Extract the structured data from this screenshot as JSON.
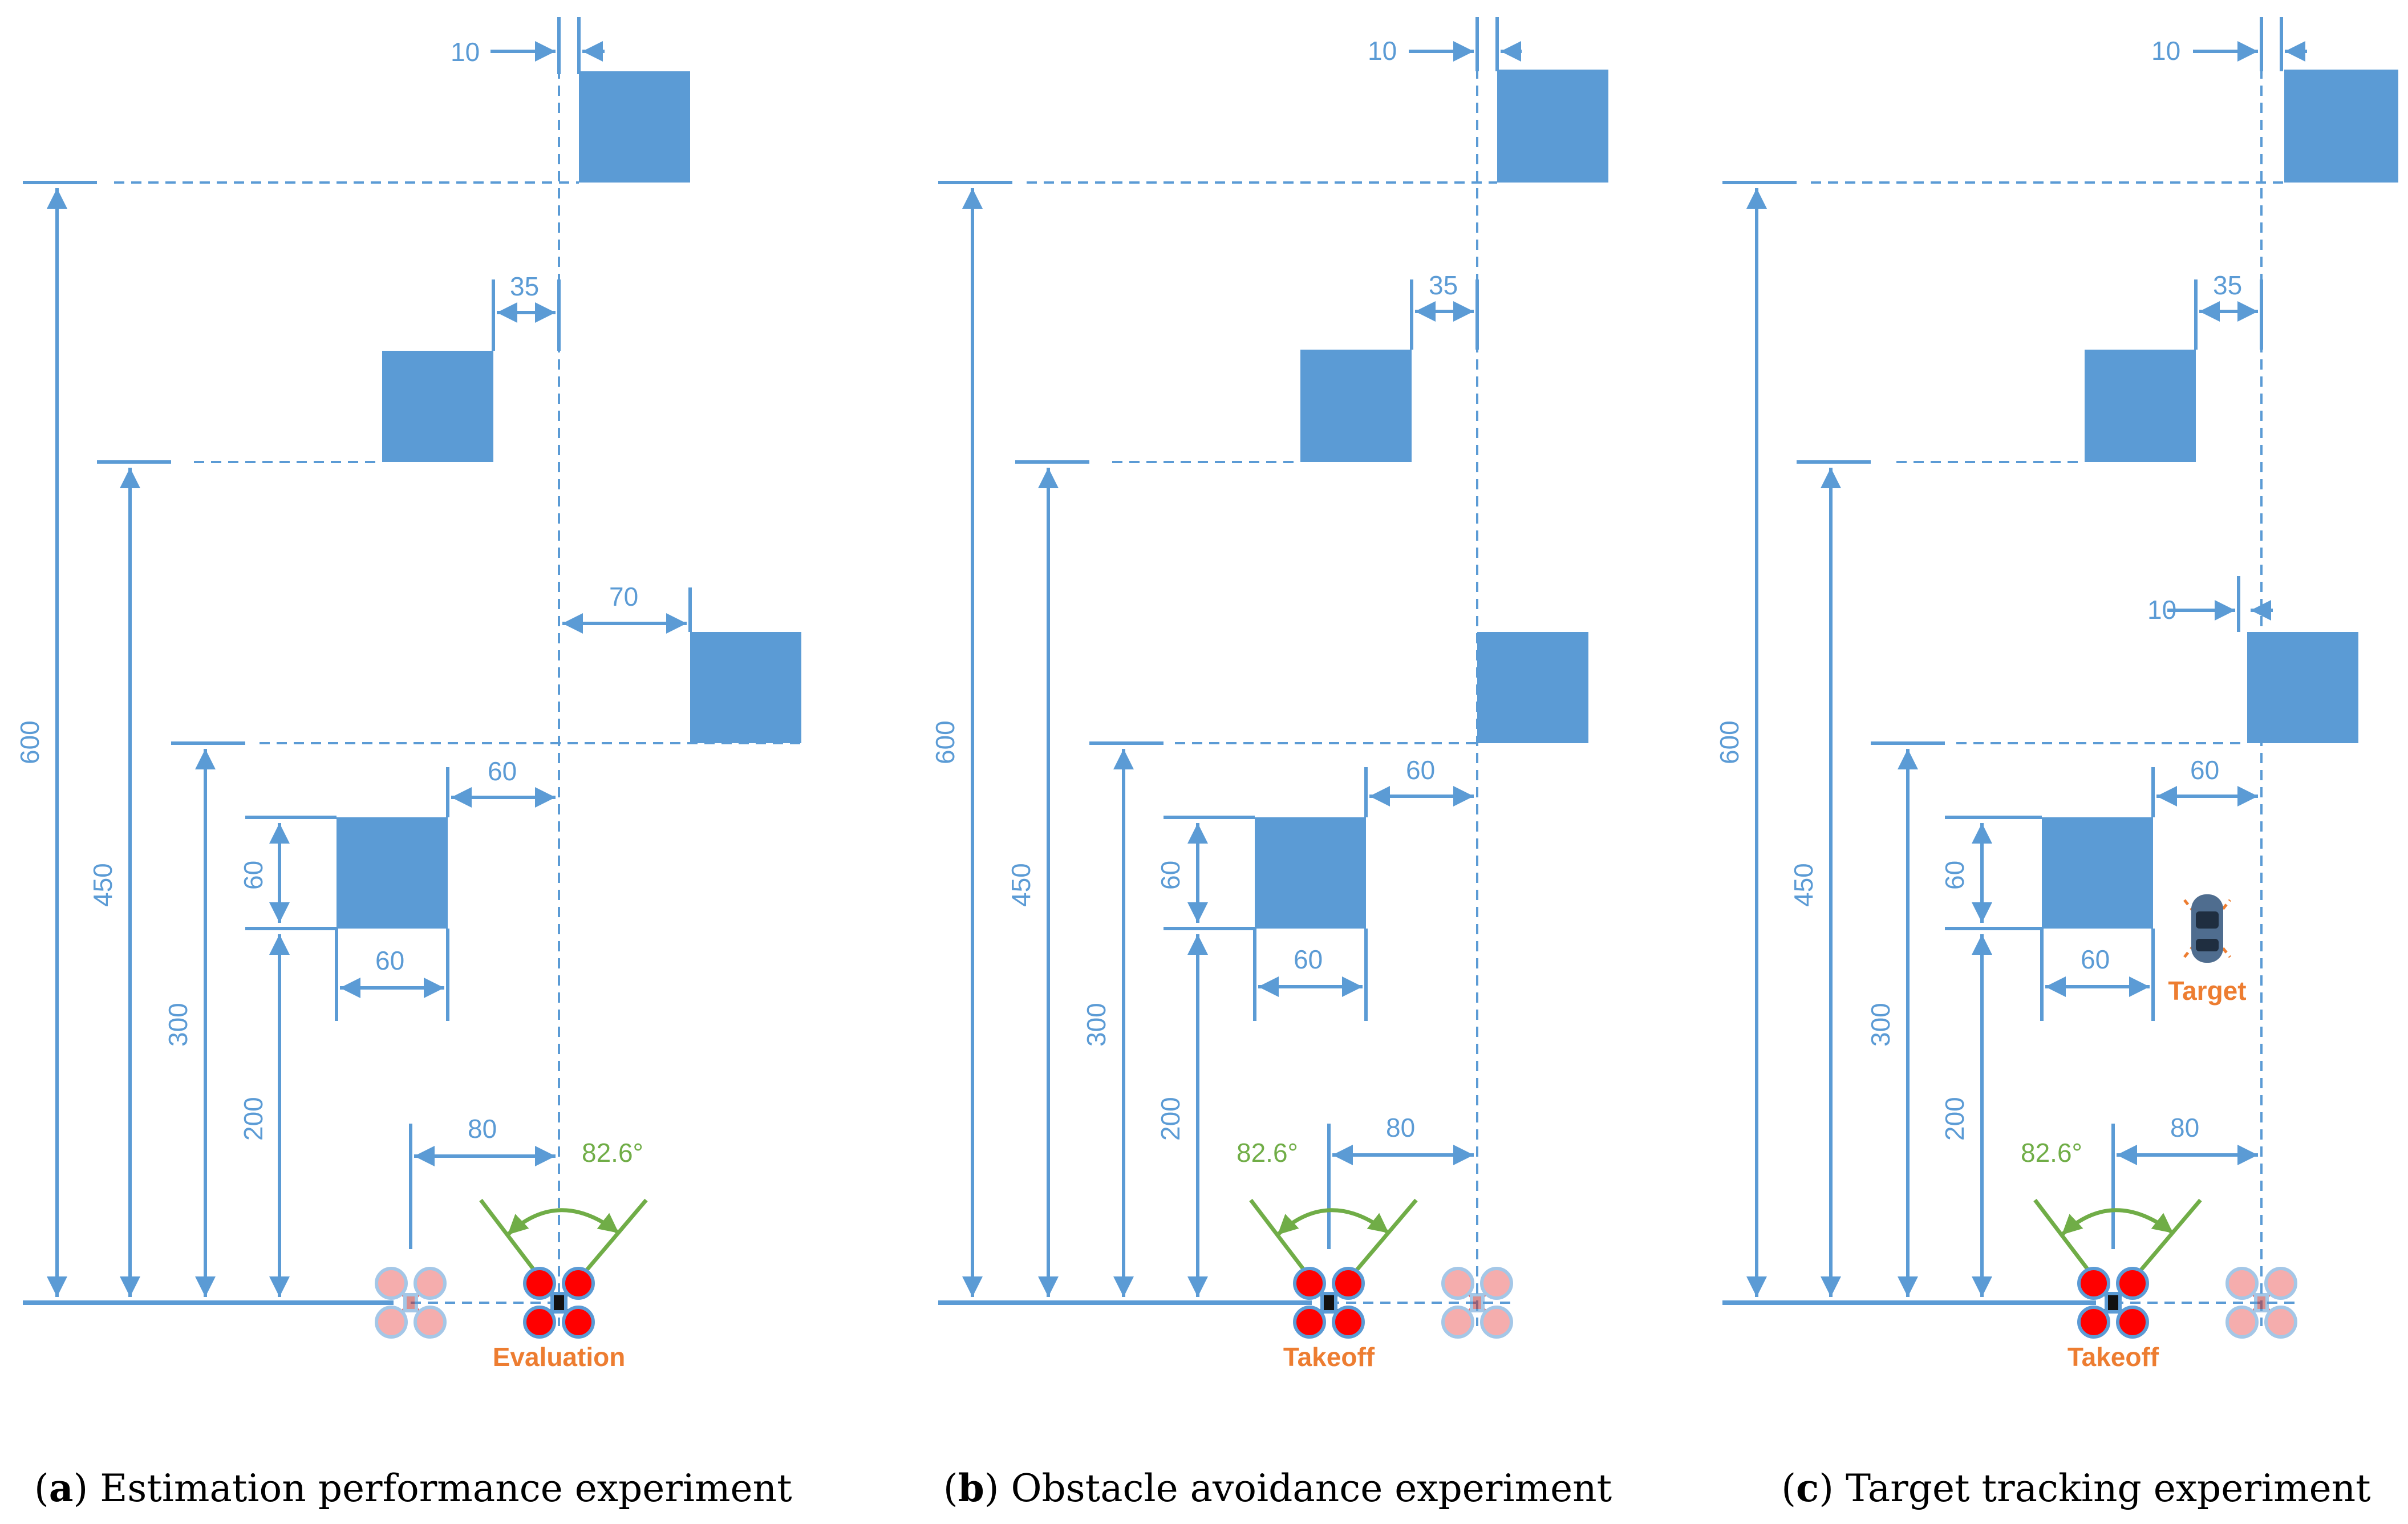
{
  "panels": [
    {
      "id": "a",
      "caption_letter": "a",
      "caption_text": "Estimation performance experiment",
      "drone_label": "Evaluation",
      "labels": {
        "gap_top": "10",
        "gap_2": "35",
        "gap_3": "70",
        "gap_4": "60",
        "box_h": "60",
        "box_w": "60",
        "drone_offset": "80",
        "fov": "82.6°",
        "h600": "600",
        "h450": "450",
        "h300": "300",
        "h200": "200"
      }
    },
    {
      "id": "b",
      "caption_letter": "b",
      "caption_text": "Obstacle avoidance experiment",
      "drone_label": "Takeoff",
      "labels": {
        "gap_top": "10",
        "gap_2": "35",
        "gap_4": "60",
        "box_h": "60",
        "box_w": "60",
        "drone_offset": "80",
        "fov": "82.6°",
        "h600": "600",
        "h450": "450",
        "h300": "300",
        "h200": "200"
      }
    },
    {
      "id": "c",
      "caption_letter": "c",
      "caption_text": "Target tracking experiment",
      "drone_label": "Takeoff",
      "target_label": "Target",
      "labels": {
        "gap_top": "10",
        "gap_2": "35",
        "gap_3": "10",
        "gap_4": "60",
        "box_h": "60",
        "box_w": "60",
        "drone_offset": "80",
        "fov": "82.6°",
        "h600": "600",
        "h450": "450",
        "h300": "300",
        "h200": "200"
      }
    }
  ],
  "colors": {
    "dimension": "#5b9bd5",
    "obstacle": "#5b9bd5",
    "fov": "#70ad47",
    "drone_label": "#ed7d31",
    "drone": "#ff0000"
  }
}
